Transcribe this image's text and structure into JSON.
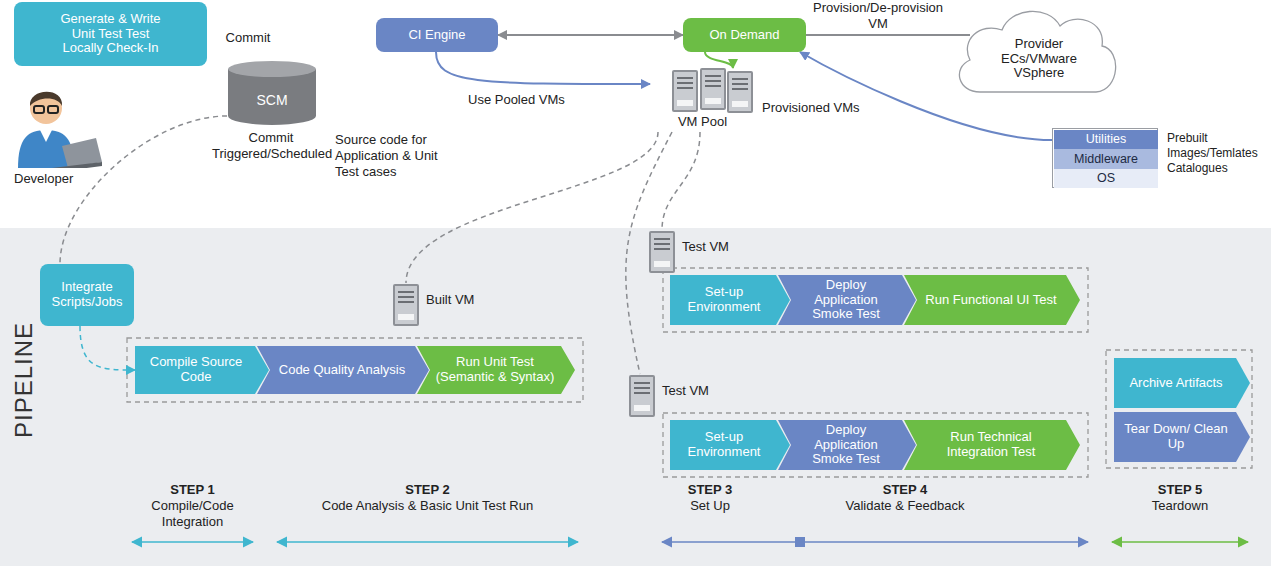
{
  "diagram": {
    "nodes": [
      {
        "text": [
          "Generate & Write Unit Test Test Locally Check-In"
        ]
      },
      {
        "text": [
          "Developer"
        ]
      },
      {
        "text": [
          "SCM"
        ]
      },
      {
        "text": [
          "CI Engine"
        ]
      },
      {
        "text": [
          "On Demand"
        ]
      },
      {
        "text": [
          "Provider ECs/VMware VSphere"
        ]
      },
      {
        "text": [
          "VM Pool"
        ]
      },
      {
        "text": [
          "Prebuilt Images/Temlates Catalogues"
        ]
      },
      {
        "text": [
          "Utilities"
        ],
        "in": 7
      },
      {
        "text": [
          "Middleware"
        ],
        "in": 7
      },
      {
        "text": [
          "OS"
        ],
        "in": 7
      },
      {
        "text": [
          "PIPELINE"
        ]
      },
      {
        "text": [
          "Integrate Scripts/Jobs"
        ],
        "in": 11
      },
      {
        "text": [
          "Built VM"
        ],
        "in": 11
      },
      {
        "text": [
          "Compile Source Code"
        ],
        "in": 11
      },
      {
        "text": [
          "Code Quality Analysis"
        ],
        "in": 11
      },
      {
        "text": [
          "Run Unit Test (Semantic & Syntax)"
        ],
        "in": 11
      },
      {
        "text": [
          "Test VM"
        ],
        "in": 11
      },
      {
        "text": [
          "Set-up Environment"
        ],
        "in": 11
      },
      {
        "text": [
          "Deploy Application Smoke Test"
        ],
        "in": 11
      },
      {
        "text": [
          "Run Functional UI Test"
        ],
        "in": 11
      },
      {
        "text": [
          "Test VM"
        ],
        "in": 11
      },
      {
        "text": [
          "Set-up Environment"
        ],
        "in": 11
      },
      {
        "text": [
          "Deploy Application Smoke Test"
        ],
        "in": 11
      },
      {
        "text": [
          "Run Technical Integration Test"
        ],
        "in": 11
      },
      {
        "text": [
          "Archive Artifacts"
        ],
        "in": 11
      },
      {
        "text": [
          "Tear Down/ Clean Up"
        ],
        "in": 11
      }
    ],
    "edges": [
      {
        "from": 3,
        "to": 4,
        "arrow": "both"
      },
      {
        "from": 4,
        "to": 5,
        "label": "Provision/De-provision VM",
        "arrow": "none"
      },
      {
        "from": 7,
        "to": 4,
        "arrow": "to"
      },
      {
        "from": 4,
        "to": 6,
        "arrow": "to"
      },
      {
        "from": 3,
        "to": 6,
        "arrow": "to"
      },
      {
        "from": 2,
        "to": 12,
        "label": "Commit Triggered/Scheduled",
        "arrow": "none"
      },
      {
        "from": 12,
        "to": 14,
        "arrow": "to"
      },
      {
        "from": 6,
        "to": 13,
        "arrow": "none"
      },
      {
        "from": 6,
        "to": 17,
        "arrow": "none"
      },
      {
        "from": 6,
        "to": 21,
        "arrow": "none"
      }
    ],
    "labels": [
      "Commit",
      "Source code for Application & Unit Test cases",
      "Use Pooled VMs",
      "Provisioned VMs",
      "STEP 1",
      "Compile/Code Integration",
      "STEP 2",
      "Code Analysis & Basic Unit Test Run",
      "STEP 3",
      "Set Up",
      "STEP 4",
      "Validate & Feedback",
      "STEP 5",
      "Teardown"
    ]
  }
}
